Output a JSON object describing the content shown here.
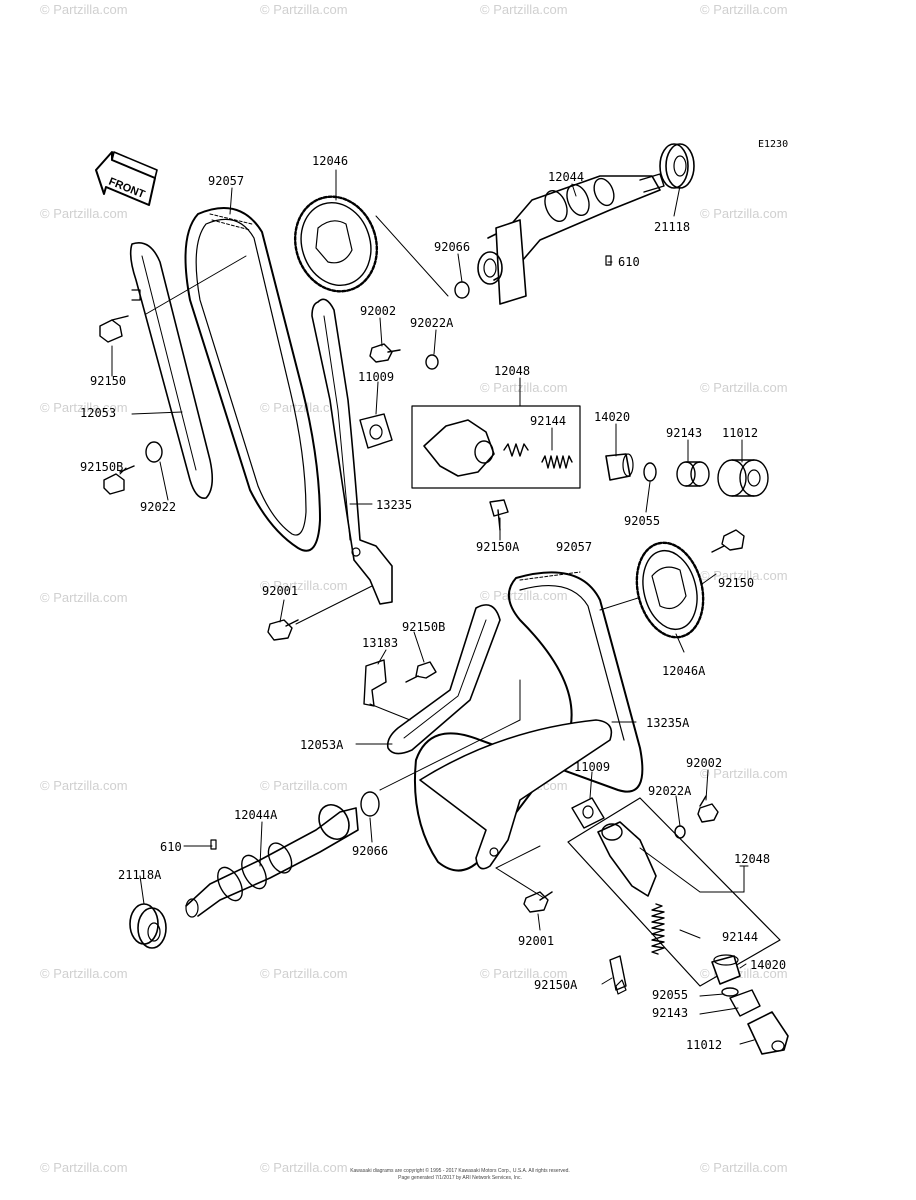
{
  "diagram_code": "E1230",
  "front_label": "FRONT",
  "watermark": "© Partzilla.com",
  "footer": {
    "line1": "Kawasaki diagrams are copyright © 1995 - 2017 Kawasaki Motors Corp., U.S.A. All rights reserved.",
    "line2": "Page generated 7/1/2017 by ARI Network Services, Inc."
  },
  "labels": {
    "p12046": "12046",
    "p92057_top": "92057",
    "p12044": "12044",
    "p21118": "21118",
    "p610_top": "610",
    "p92066_top": "92066",
    "p92002_top": "92002",
    "p92022A_top": "92022A",
    "p11009_top": "11009",
    "p12048_top": "12048",
    "p92144_top": "92144",
    "p14020_top": "14020",
    "p92143_top": "92143",
    "p11012_top": "11012",
    "p92150": "92150",
    "p12053": "12053",
    "p92150B_left": "92150B",
    "p92022": "92022",
    "p13235": "13235",
    "p92055_top": "92055",
    "p92150A_top": "92150A",
    "p92057_bot": "92057",
    "p92150_right": "92150",
    "p92001_top": "92001",
    "p92150B_mid": "92150B",
    "p13183": "13183",
    "p12046A": "12046A",
    "p13235A": "13235A",
    "p12053A": "12053A",
    "p11009_bot": "11009",
    "p92002_bot": "92002",
    "p92022A_bot": "92022A",
    "p12044A": "12044A",
    "p610_bot": "610",
    "p92066_bot": "92066",
    "p12048_bot": "12048",
    "p21118A": "21118A",
    "p92144_bot": "92144",
    "p92001_bot": "92001",
    "p14020_bot": "14020",
    "p92150A_bot": "92150A",
    "p92055_bot": "92055",
    "p92143_bot": "92143",
    "p11012_bot": "11012"
  }
}
